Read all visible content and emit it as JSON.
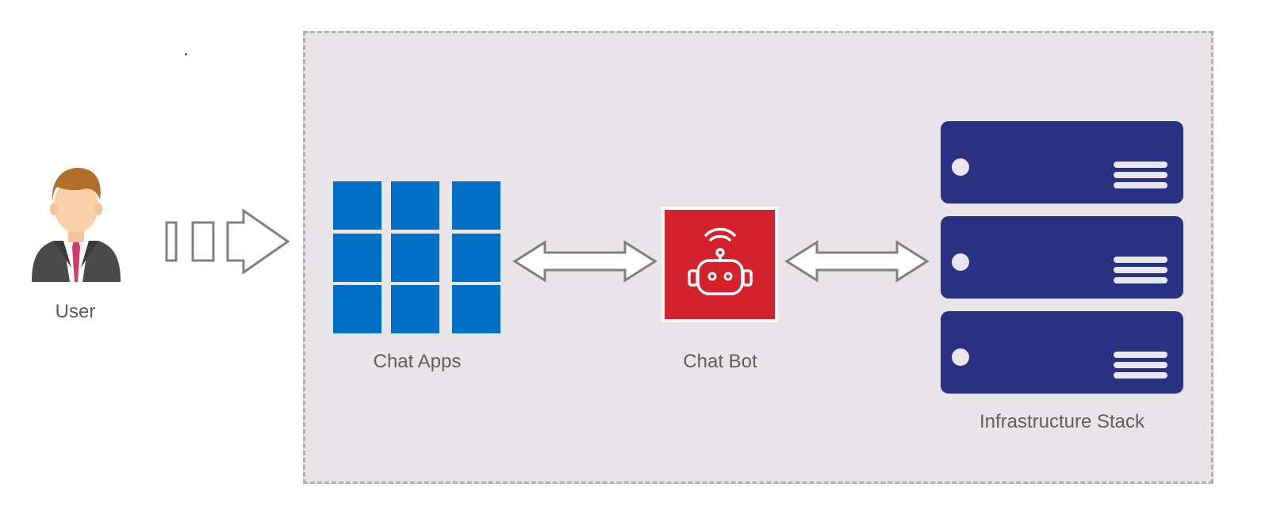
{
  "nodes": {
    "user": {
      "label": "User"
    },
    "chat_apps": {
      "label": "Chat Apps"
    },
    "chat_bot": {
      "label": "Chat Bot"
    },
    "infrastructure": {
      "label": "Infrastructure Stack"
    }
  },
  "icons": {
    "user": "person-businessman-icon",
    "chat_apps": "app-grid-icon",
    "chat_bot": "robot-icon",
    "infrastructure": "server-stack-icon"
  },
  "colors": {
    "region_fill": "#e8e4e8",
    "region_border": "#b0b0b0",
    "chat_apps_tile": "#0070c4",
    "chat_bot_fill": "#d4212b",
    "server_fill": "#283182",
    "arrow_stroke": "#808080",
    "label_text": "#5f5f5f"
  }
}
